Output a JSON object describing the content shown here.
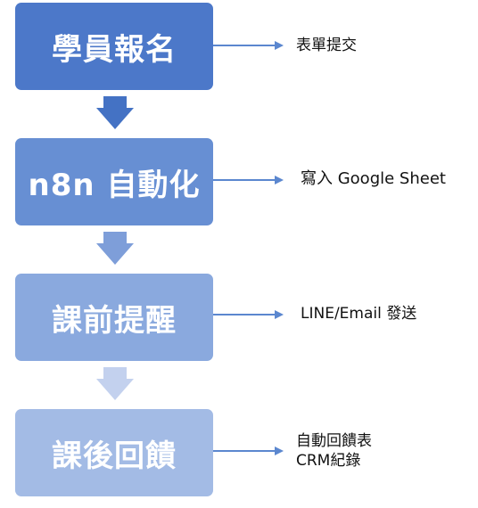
{
  "steps": [
    {
      "label": "學員報名",
      "color": "#4c78c9",
      "note_lines": [
        "表單提交"
      ]
    },
    {
      "label": "n8n 自動化",
      "color": "#678fd3",
      "note_lines": [
        "寫入 Google Sheet"
      ]
    },
    {
      "label": "課前提醒",
      "color": "#8aa9de",
      "note_lines": [
        "LINE/Email 發送"
      ]
    },
    {
      "label": "課後回饋",
      "color": "#a3bbe5",
      "note_lines": [
        "自動回饋表",
        "CRM紀錄"
      ]
    }
  ],
  "down_arrow_colors": [
    "#4472c4",
    "#7e9ed9",
    "#c3d1ee"
  ],
  "side_arrow_color": "#5b87cf"
}
